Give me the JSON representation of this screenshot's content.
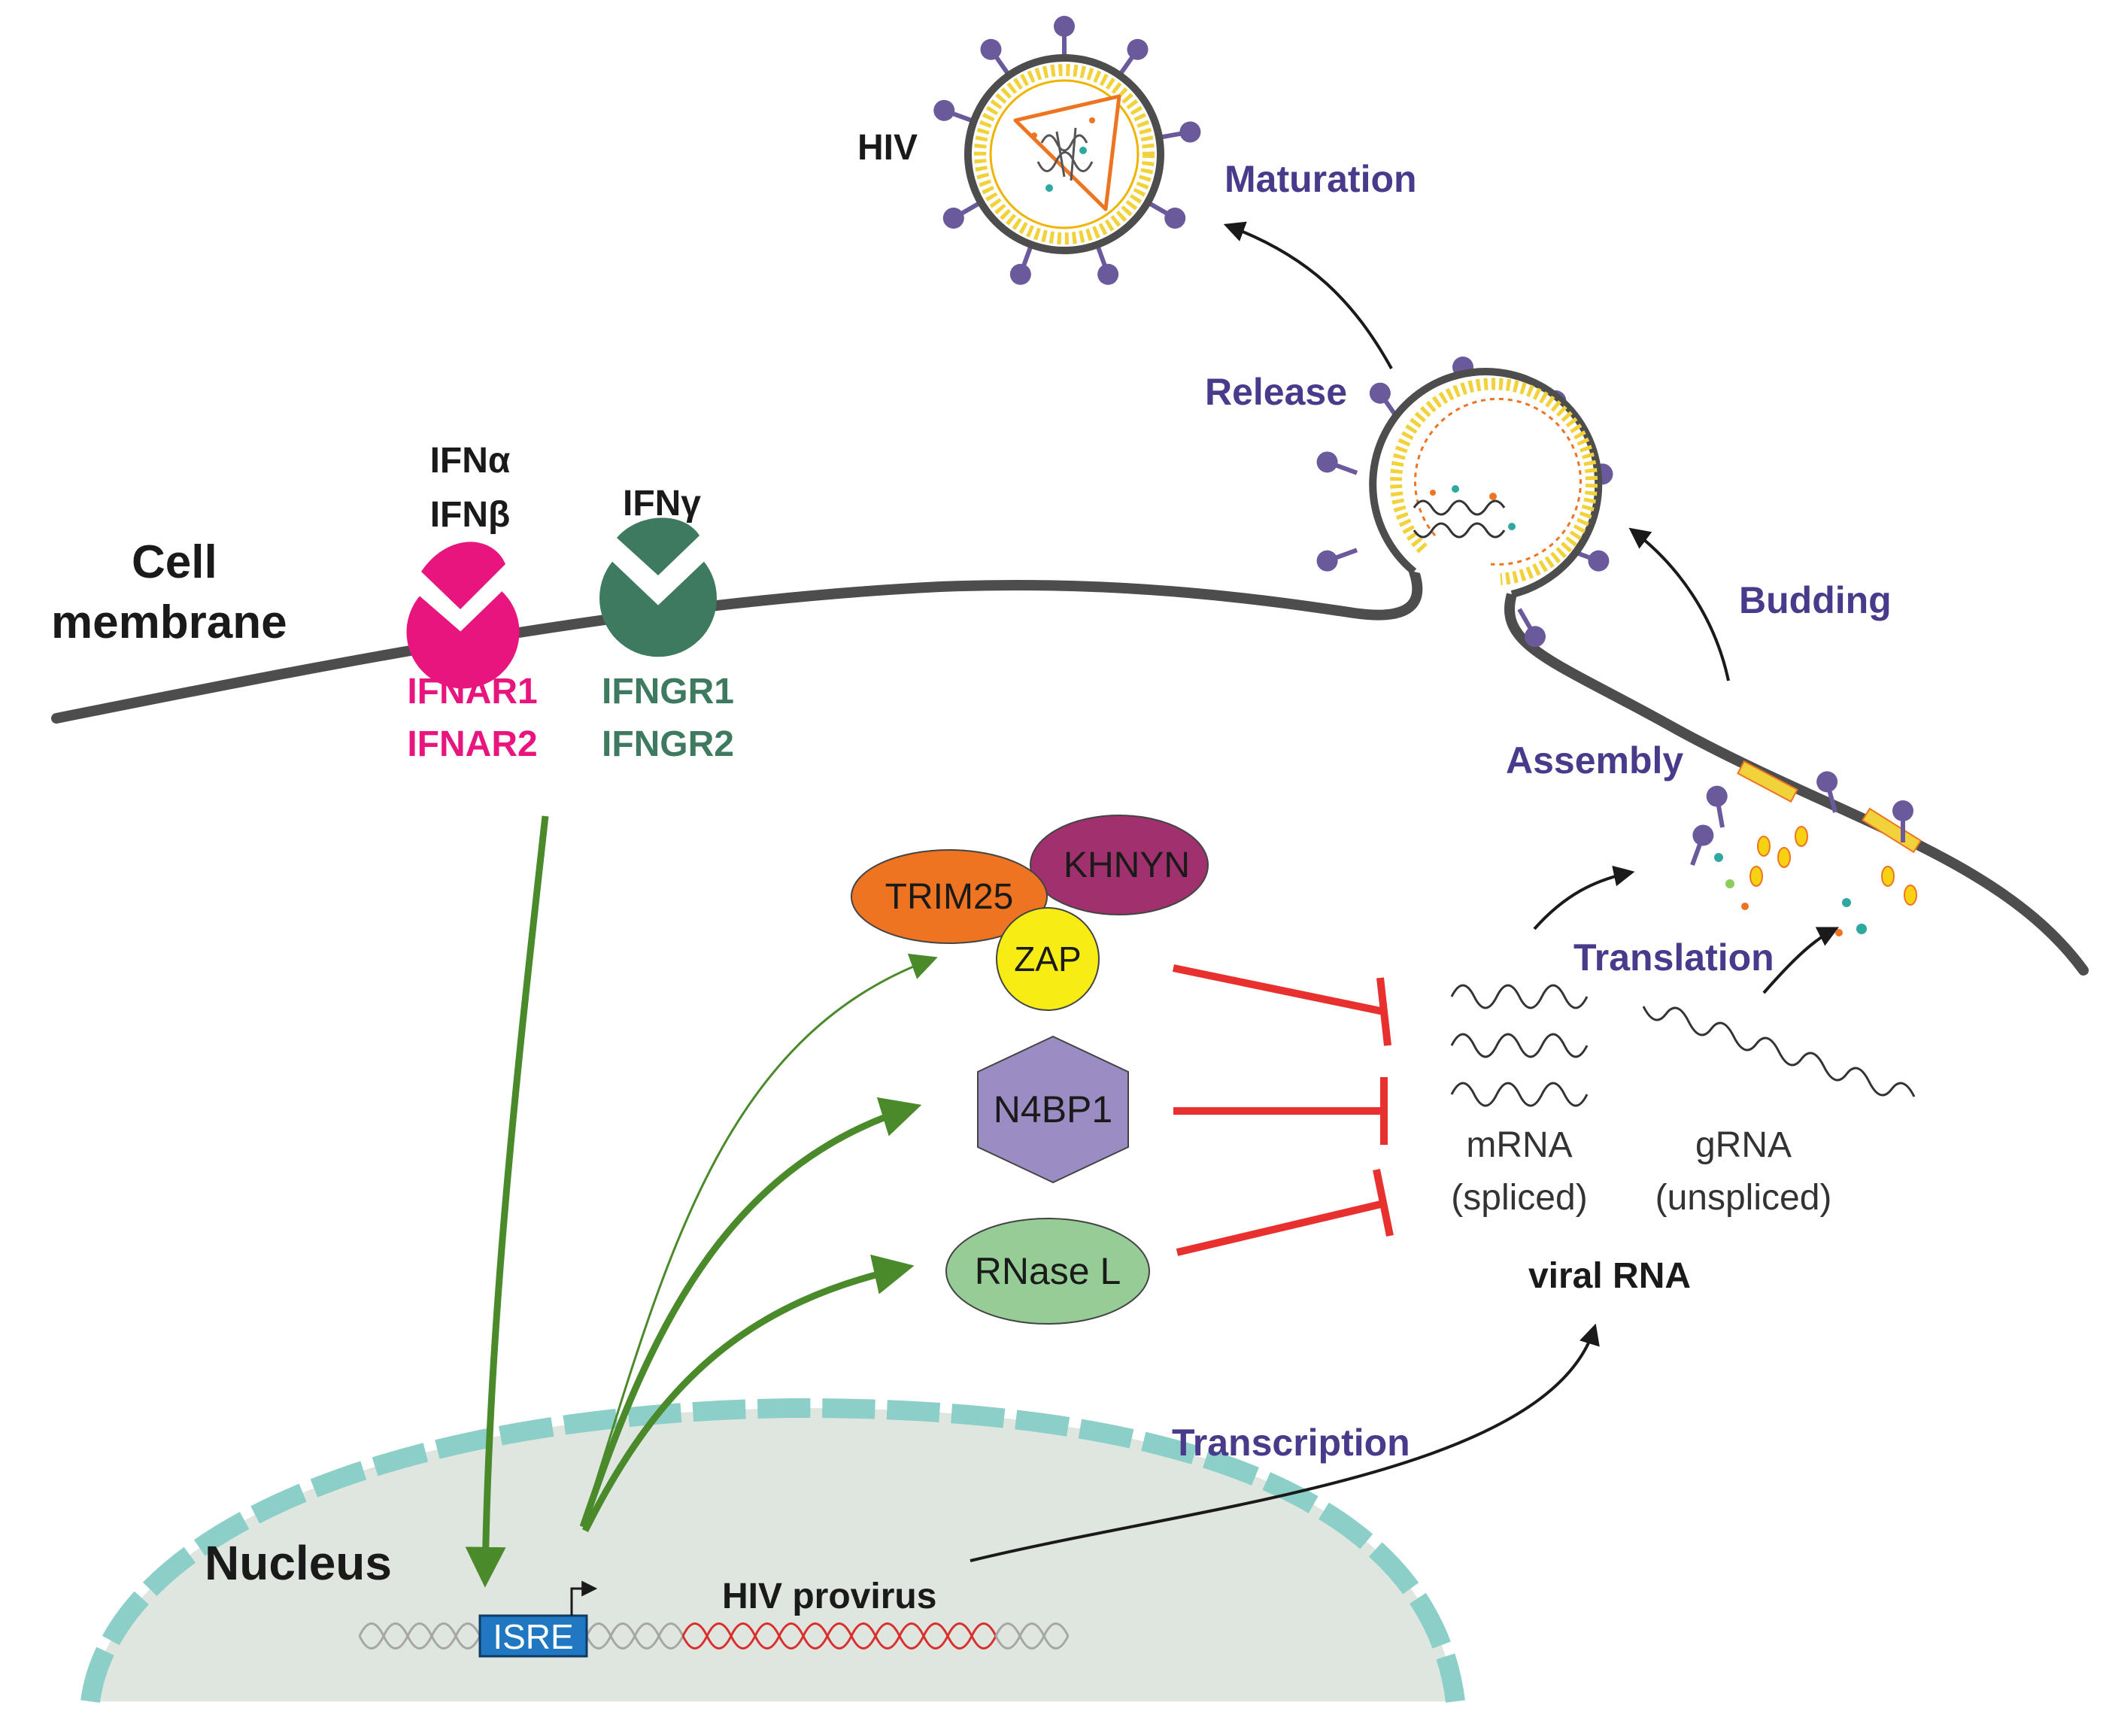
{
  "labels": {
    "cell_membrane_line1": "Cell",
    "cell_membrane_line2": "membrane",
    "nucleus": "Nucleus",
    "ifn_alpha": "IFNα",
    "ifn_beta": "IFNβ",
    "ifn_gamma": "IFNγ",
    "ifnar1": "IFNAR1",
    "ifnar2": "IFNAR2",
    "ifngr1": "IFNGR1",
    "ifngr2": "IFNGR2",
    "trim25": "TRIM25",
    "khnyn": "KHNYN",
    "zap": "ZAP",
    "n4bp1": "N4BP1",
    "rnase_l": "RNase L",
    "mrna": "mRNA",
    "mrna_sub": "(spliced)",
    "grna": "gRNA",
    "grna_sub": "(unspliced)",
    "viral_rna": "viral RNA",
    "isre": "ISRE",
    "hiv_provirus": "HIV provirus",
    "hiv": "HIV"
  },
  "steps": {
    "maturation": "Maturation",
    "release": "Release",
    "budding": "Budding",
    "assembly": "Assembly",
    "translation": "Translation",
    "transcription": "Transcription"
  },
  "colors": {
    "ifnar": "#e8157f",
    "ifngr": "#3d7a5f",
    "trim25": "#ee7421",
    "khnyn": "#a0306e",
    "zap": "#f7ec13",
    "n4bp1": "#9b8cc4",
    "rnase_l": "#96cc96",
    "step_text": "#4a3a8c",
    "inhibit": "#e8302e",
    "activate": "#4a8a2a",
    "isre": "#1f78c1",
    "nucleus_fill": "#dfe5df",
    "nuclear_envelope": "#8ccfc8",
    "provirus": "#d9302e",
    "dna": "#a6a6a6",
    "membrane": "#4d4d4d"
  }
}
